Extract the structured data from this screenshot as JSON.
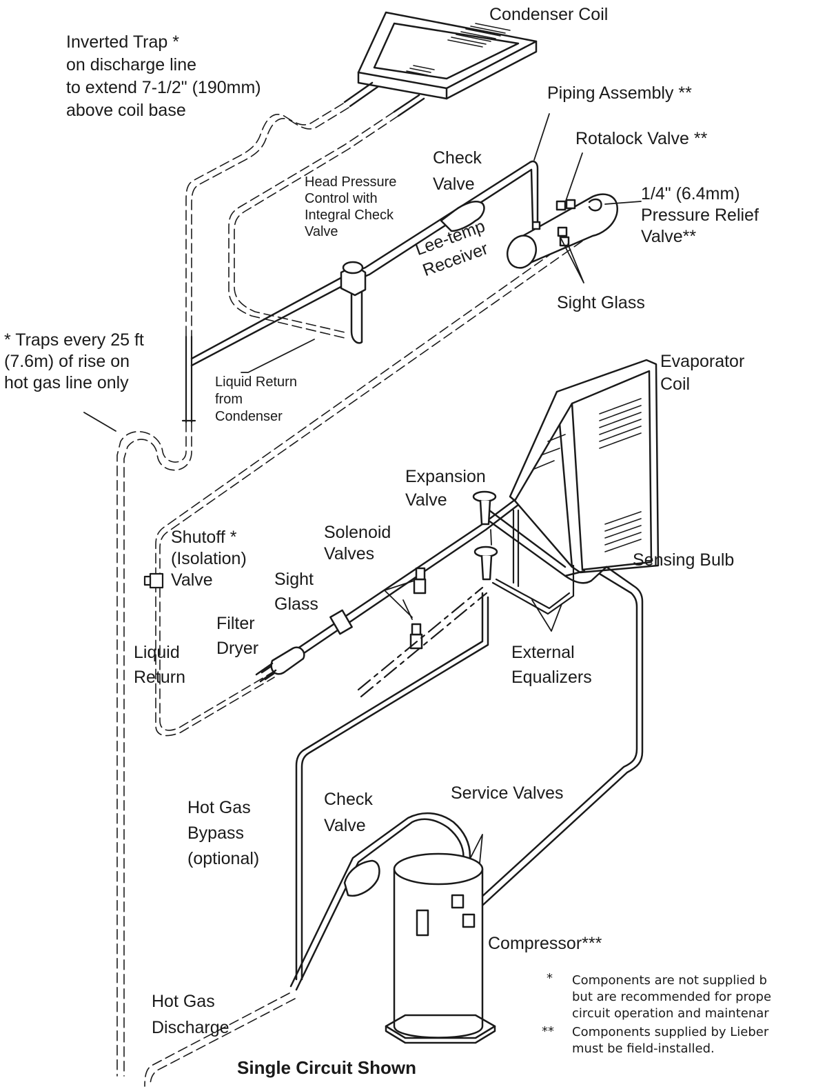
{
  "labels": {
    "condenser_coil": "Condenser Coil",
    "inverted_trap": "Inverted Trap *\non discharge line\nto extend 7-1/2\" (190mm)\nabove coil base",
    "piping_assembly": "Piping Assembly **",
    "rotalock_valve": "Rotalock Valve **",
    "check_valve_top": "Check\nValve",
    "head_pressure": "Head Pressure\nControl with\nIntegral Check\nValve",
    "relief_valve": "1/4\" (6.4mm)\nPressure Relief\nValve**",
    "lee_temp_receiver": "Lee-temp\nReceiver",
    "sight_glass_top": "Sight Glass",
    "traps": "* Traps every 25 ft\n(7.6m) of rise on\nhot gas line only",
    "liquid_return_condenser": "Liquid Return\nfrom\nCondenser",
    "evaporator_coil": "Evaporator\nCoil",
    "expansion_valve": "Expansion\nValve",
    "solenoid_valves": "Solenoid\nValves",
    "shutoff_valve": "Shutoff *\n(Isolation)\nValve",
    "sight_glass_mid": "Sight\nGlass",
    "sensing_bulb": "Sensing Bulb",
    "filter_dryer": "Filter\nDryer",
    "liquid_return": "Liquid\nReturn",
    "external_equalizers": "External\nEqualizers",
    "hot_gas_bypass": "Hot Gas\nBypass\n(optional)",
    "check_valve_bottom": "Check\nValve",
    "service_valves": "Service Valves",
    "compressor": "Compressor***",
    "hot_gas_discharge": "Hot Gas\nDischarge",
    "title": "Single Circuit Shown"
  },
  "footnotes": [
    {
      "mark": "*",
      "text": "Components are not supplied b\nbut are recommended for prope\ncircuit operation and maintenar"
    },
    {
      "mark": "**",
      "text": "Components supplied by Lieber\nmust be field-installed."
    }
  ]
}
